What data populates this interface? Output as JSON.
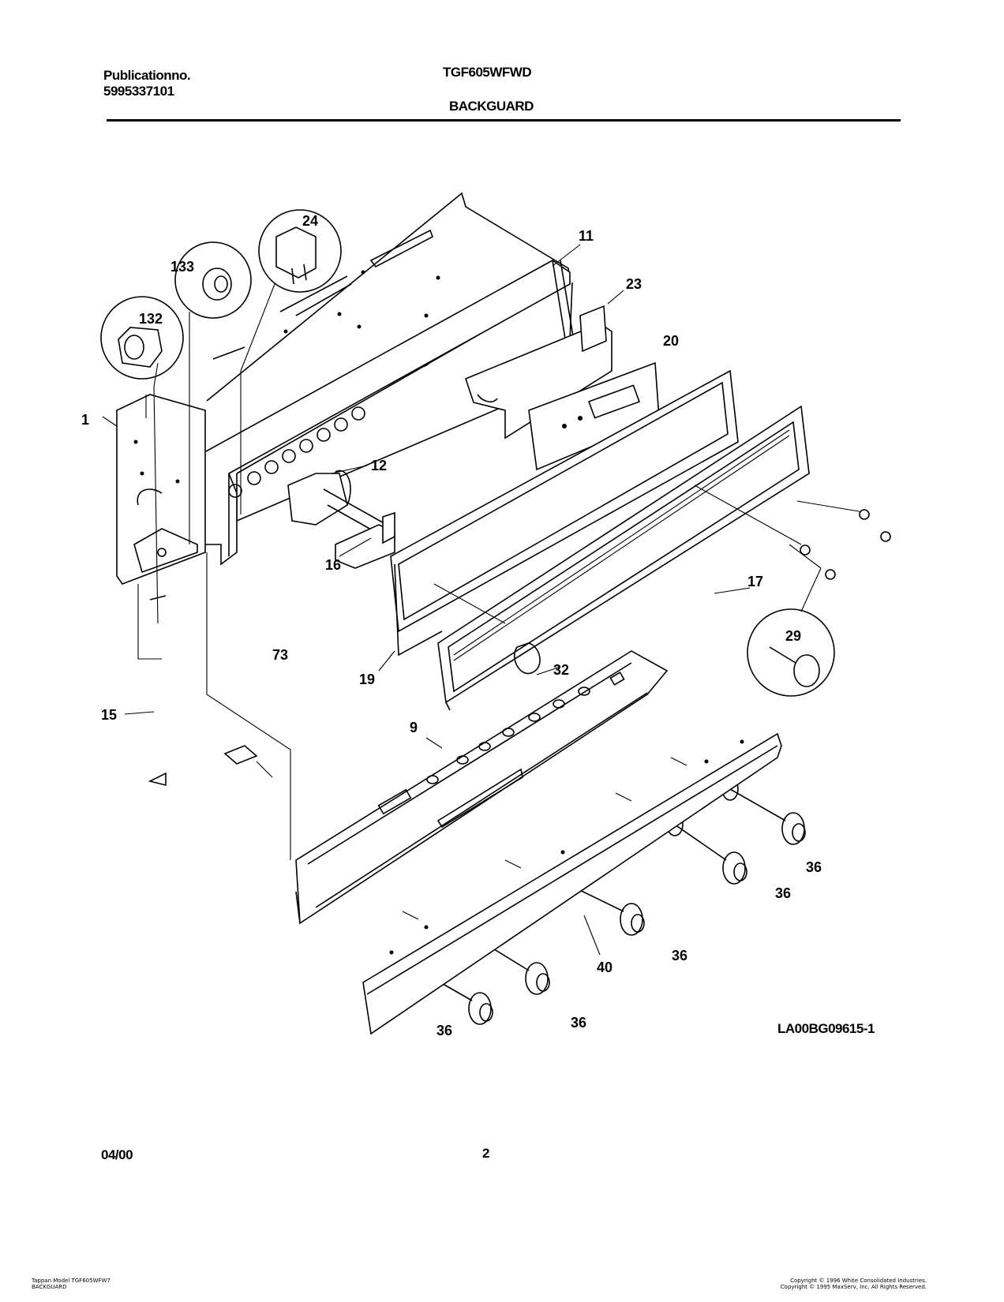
{
  "header": {
    "publication_label": "Publicationno.",
    "publication_number": "5995337101",
    "model": "TGF605WFWD",
    "section": "BACKGUARD"
  },
  "diagram": {
    "drawing_id": "LA00BG09615-1",
    "callouts": [
      "1",
      "9",
      "11",
      "12",
      "15",
      "16",
      "17",
      "19",
      "20",
      "23",
      "24",
      "29",
      "32",
      "36",
      "40",
      "73",
      "132",
      "133"
    ]
  },
  "footer": {
    "date": "04/00",
    "page_number": "2",
    "model_caption_line1": "Tappan Model TGF605WFW7",
    "model_caption_line2": "BACKGUARD",
    "copyright_line1": "Copyright © 1996 White Consolidated Industries.",
    "copyright_line2": "Copyright © 1995 MaxServ, Inc.  All Rights Reserved."
  }
}
